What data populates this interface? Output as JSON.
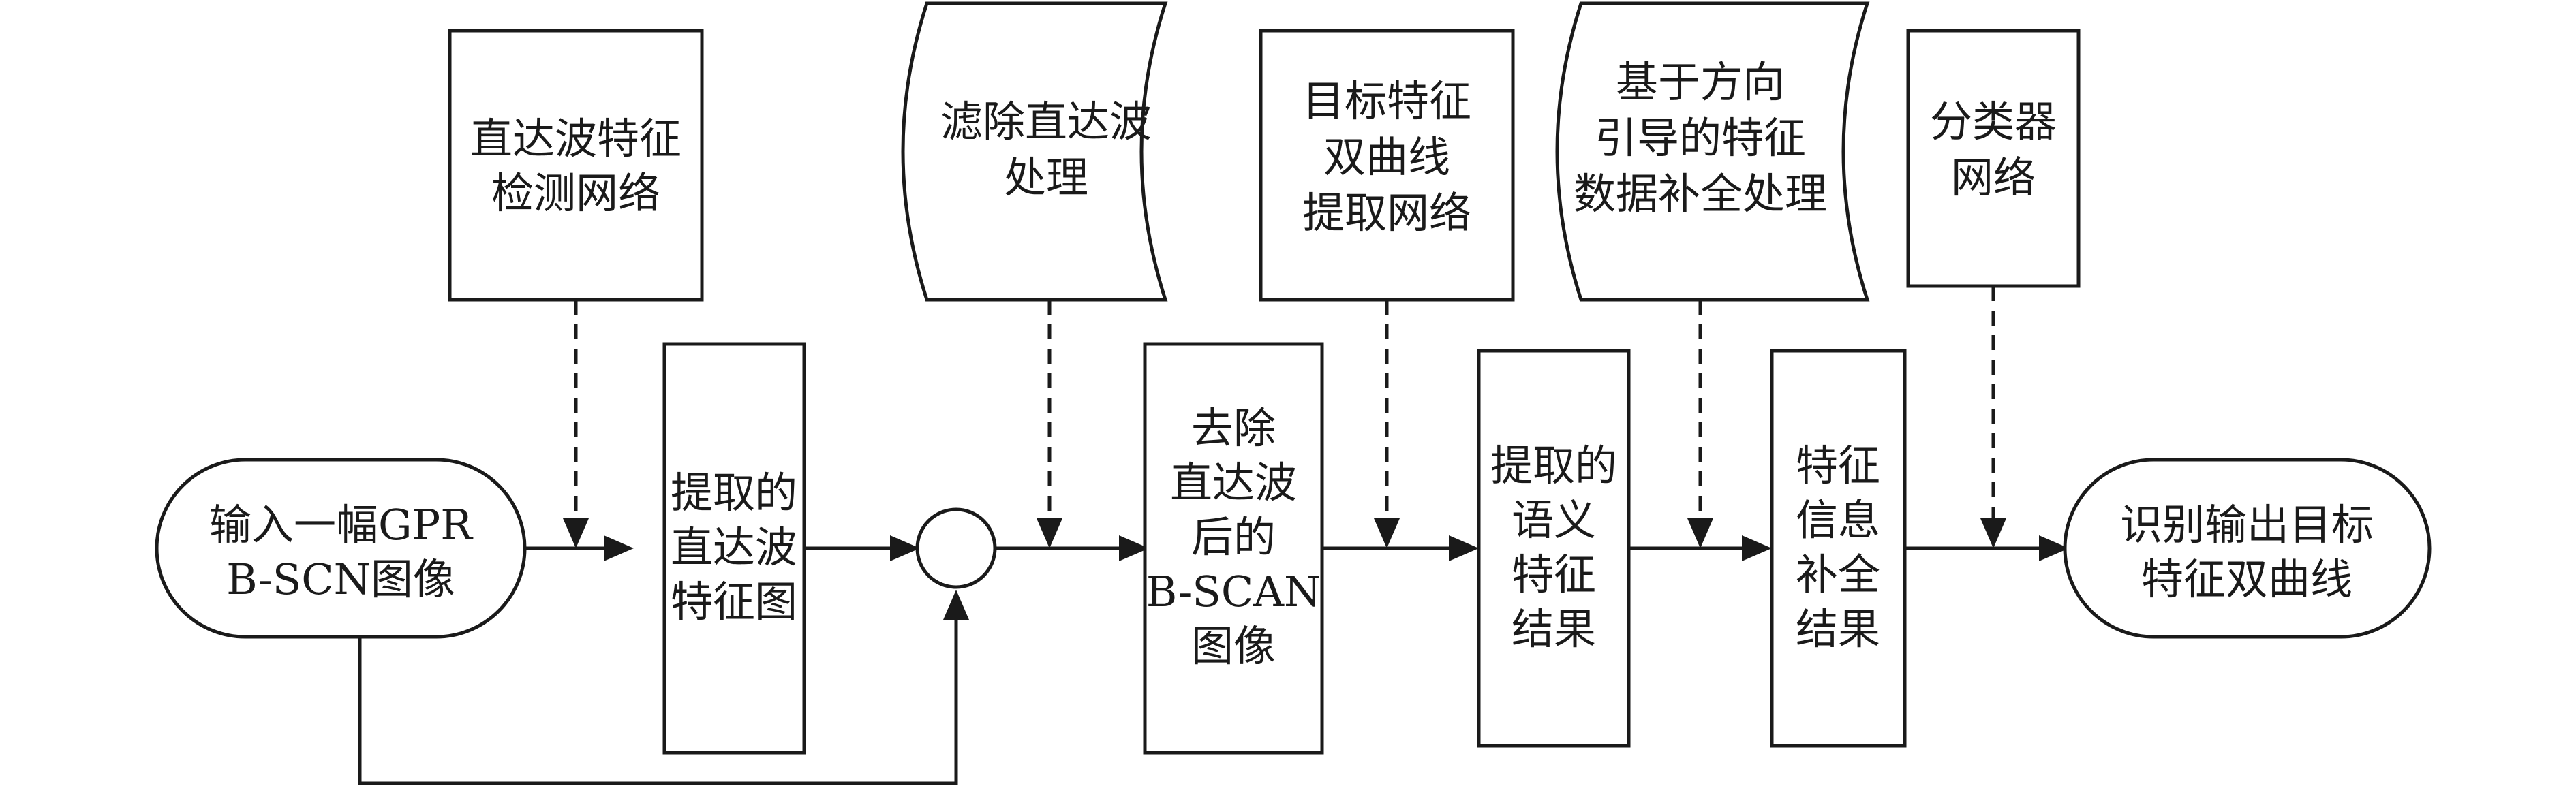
{
  "nodes": {
    "input": [
      "输入一幅GPR",
      "B-SCN图像"
    ],
    "direct_feature_map": [
      "提取的",
      "直达波",
      "特征图"
    ],
    "removed_bscan": [
      "去除",
      "直达波",
      "后的",
      "B-SCAN",
      "图像"
    ],
    "semantic_result": [
      "提取的",
      "语义",
      "特征",
      "结果"
    ],
    "completion_result": [
      "特征",
      "信息",
      "补全",
      "结果"
    ],
    "output": [
      "识别输出目标",
      "特征双曲线"
    ]
  },
  "modules": {
    "direct_detect_net": [
      "直达波特征",
      "检测网络"
    ],
    "filter_direct": [
      "滤除直达波",
      "处理"
    ],
    "hyperbola_extract_net": [
      "目标特征",
      "双曲线",
      "提取网络"
    ],
    "direction_completion": [
      "基于方向",
      "引导的特征",
      "数据补全处理"
    ],
    "classifier_net": [
      "分类器",
      "网络"
    ]
  }
}
